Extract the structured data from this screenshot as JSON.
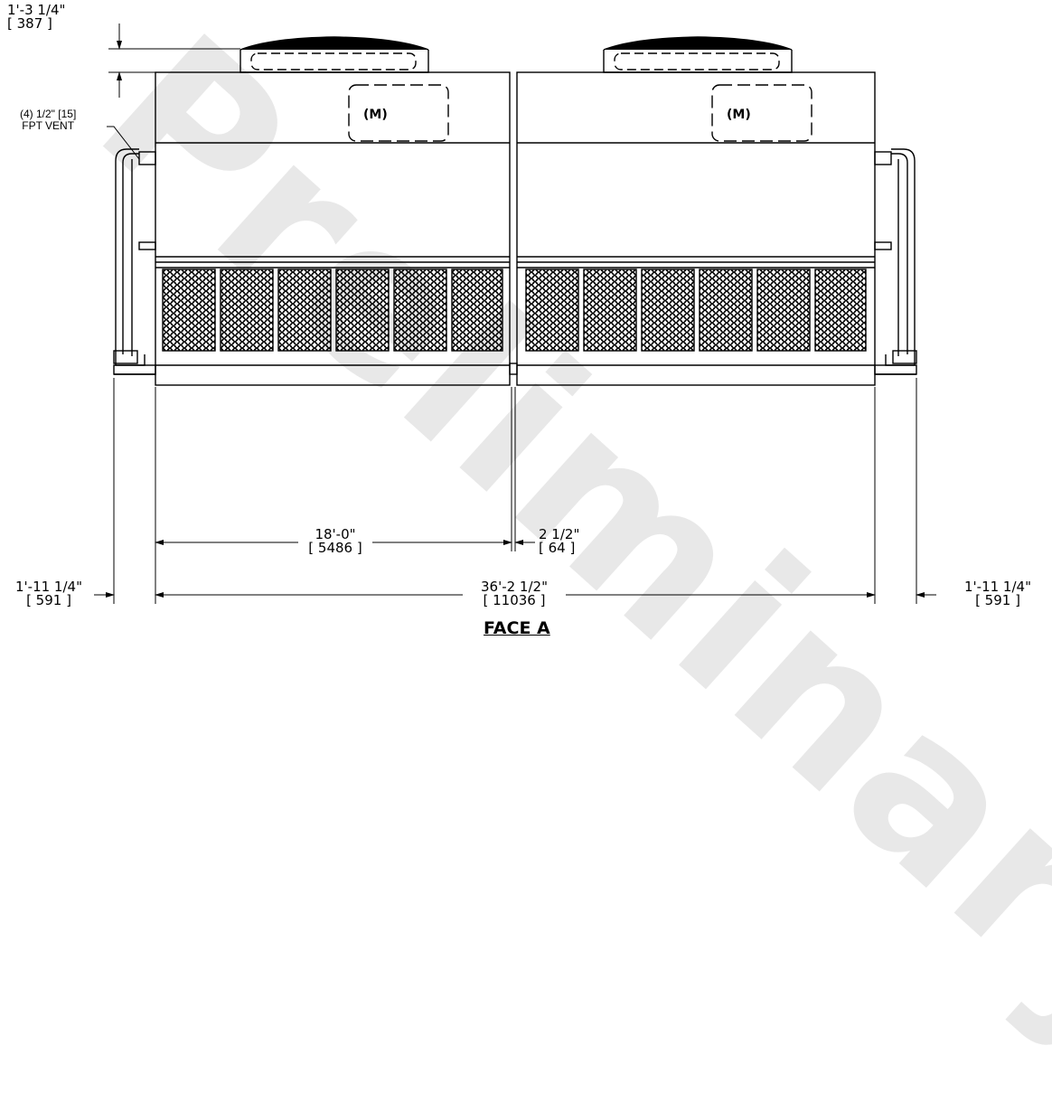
{
  "watermark": "Preliminary",
  "title": "FACE A",
  "notes": {
    "vent": [
      "(4) 1/2\" [15]",
      "FPT VENT"
    ]
  },
  "dimensions": {
    "top_offset": {
      "imperial": "1'-3 1/4\"",
      "metric": "[ 387 ]"
    },
    "half_width": {
      "imperial": "18'-0\"",
      "metric": "[ 5486 ]"
    },
    "gap": {
      "imperial": "2 1/2\"",
      "metric": "[ 64 ]"
    },
    "overall_width": {
      "imperial": "36'-2 1/2\"",
      "metric": "[ 11036 ]"
    },
    "left_offset": {
      "imperial": "1'-11 1/4\"",
      "metric": "[ 591 ]"
    },
    "right_offset": {
      "imperial": "1'-11 1/4\"",
      "metric": "[ 591 ]"
    }
  },
  "logo_glyph": "(M)"
}
